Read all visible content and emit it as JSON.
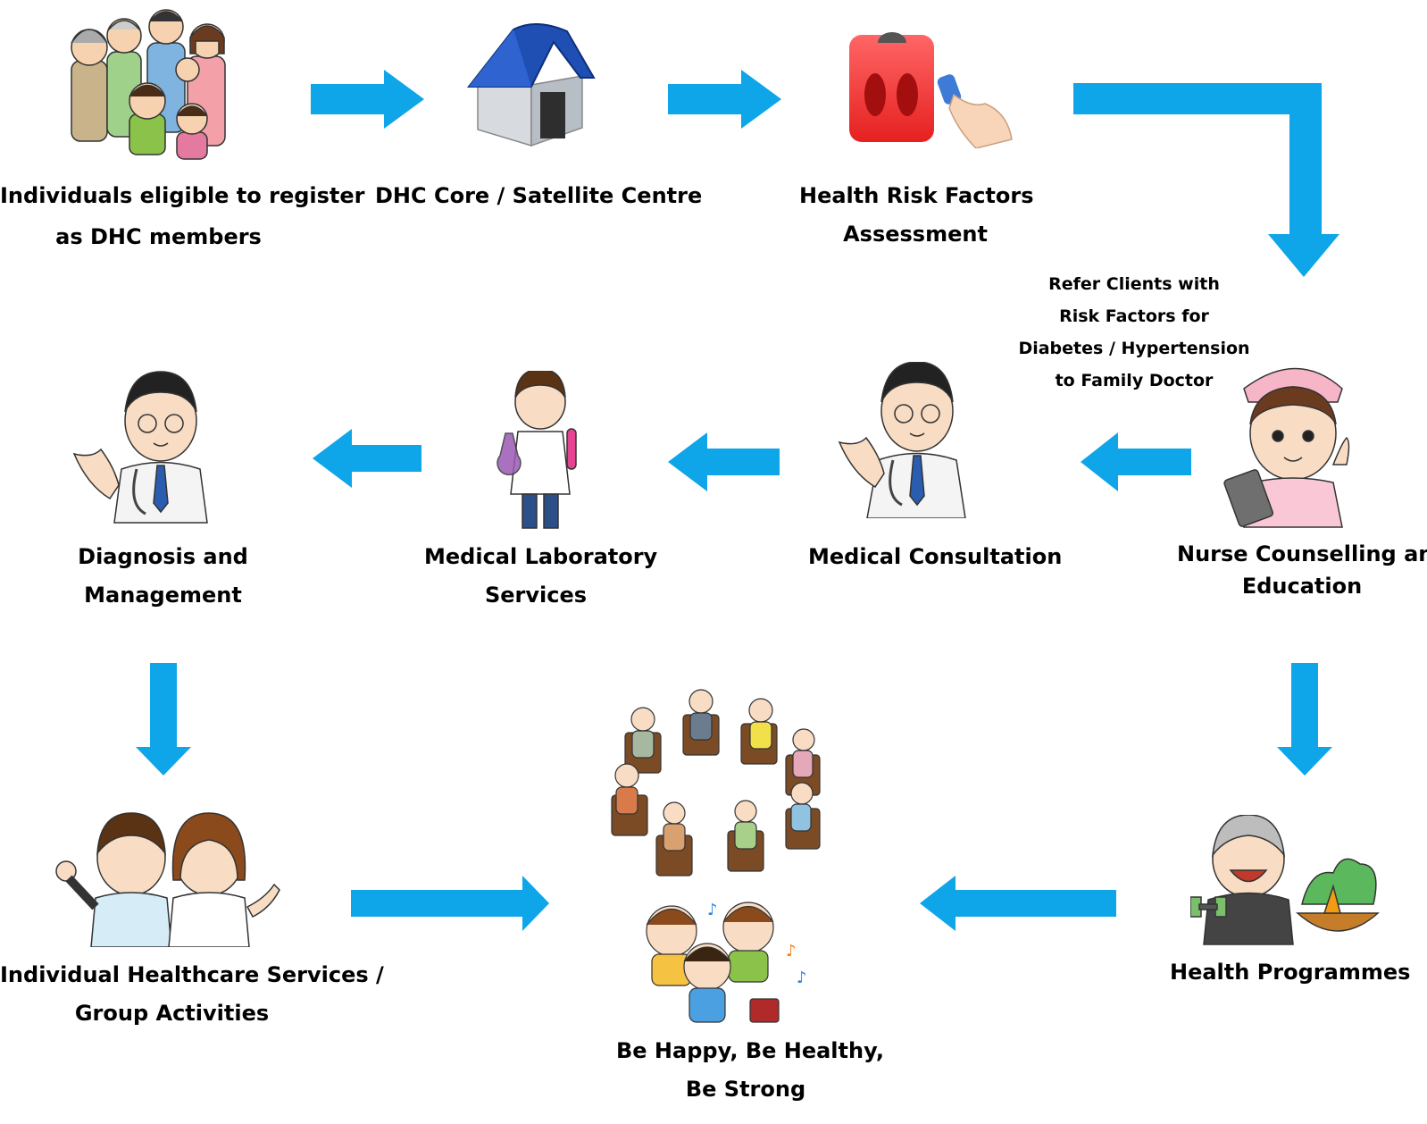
{
  "colors": {
    "arrow": "#0ea5e9",
    "text": "#000000"
  },
  "nodes": {
    "individuals": {
      "line1": "Individuals eligible to register",
      "line2": "as DHC members",
      "icon": "family-icon"
    },
    "dhc_centre": {
      "line1": "DHC Core / Satellite Centre",
      "icon": "house-icon"
    },
    "risk_assessment": {
      "line1": "Health Risk Factors",
      "line2": "Assessment",
      "icon": "scale-oximeter-icon"
    },
    "nurse": {
      "line1": "Nurse Counselling and",
      "line2": "Education",
      "icon": "nurse-icon"
    },
    "consultation": {
      "line1": "Medical Consultation",
      "icon": "doctor-icon"
    },
    "laboratory": {
      "line1": "Medical Laboratory",
      "line2": "Services",
      "icon": "lab-technician-icon"
    },
    "diagnosis": {
      "line1": "Diagnosis and",
      "line2": "Management",
      "icon": "doctor-icon"
    },
    "individual_services": {
      "line1": "Individual Healthcare Services /",
      "line2": "Group Activities",
      "icon": "healthcare-workers-icon"
    },
    "outcome": {
      "line1": "Be Happy, Be Healthy,",
      "line2": "Be Strong",
      "icon": "group-activity-icon"
    },
    "health_programmes": {
      "line1": "Health Programmes",
      "icon": "exercise-vegetables-icon"
    }
  },
  "referral_note": {
    "line1": "Refer Clients with",
    "line2": "Risk Factors for",
    "line3": "Diabetes / Hypertension",
    "line4": "to Family Doctor"
  }
}
